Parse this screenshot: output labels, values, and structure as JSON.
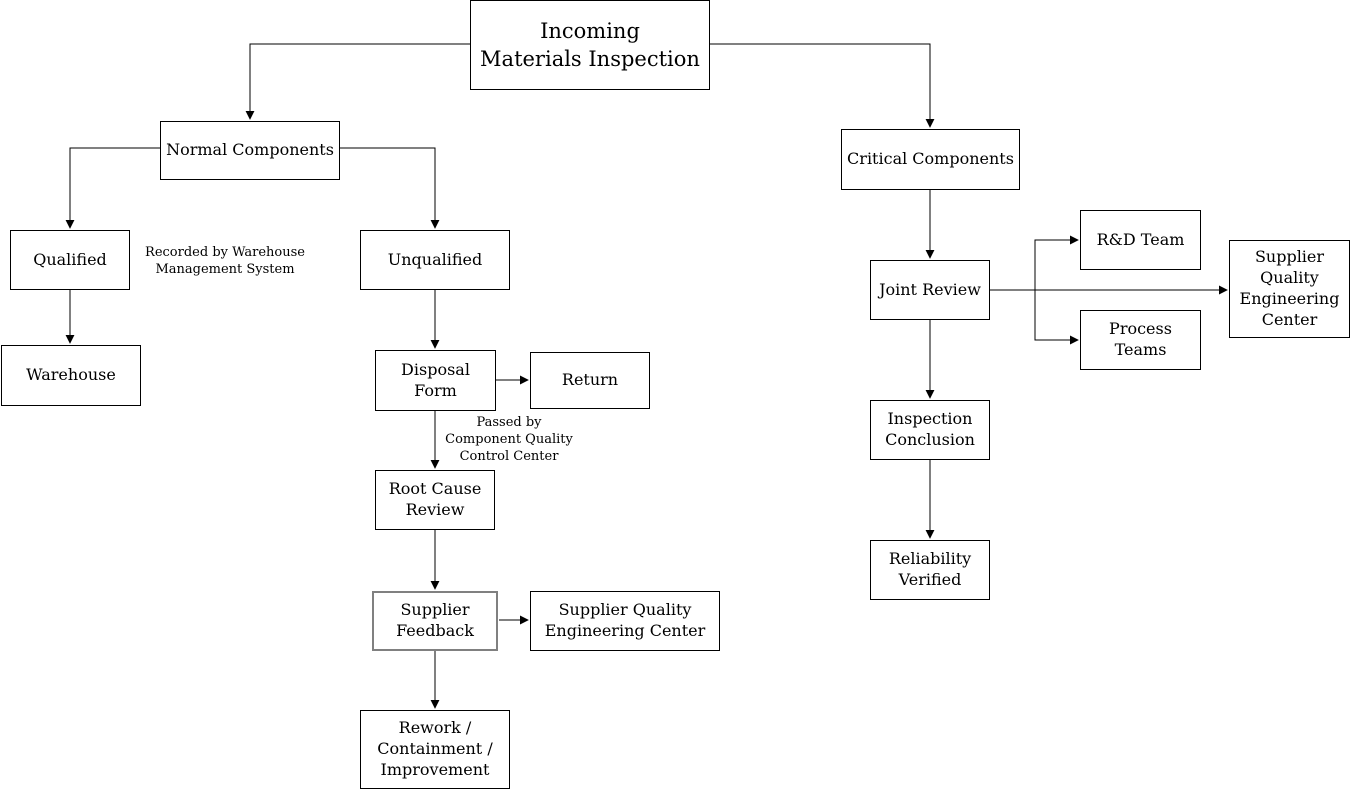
{
  "diagram": {
    "title": "Incoming Materials Inspection flowchart",
    "colors": {
      "background": "#ffffff",
      "text": "#000000",
      "line": "#000000",
      "box_border": "#000000",
      "highlight_border": "#808080"
    },
    "nodes": {
      "title": {
        "label": "Incoming\nMaterials Inspection"
      },
      "normal_components": {
        "label": "Normal Components"
      },
      "critical_components": {
        "label": "Critical Components"
      },
      "qualified": {
        "label": "Qualified"
      },
      "unqualified": {
        "label": "Unqualified"
      },
      "warehouse": {
        "label": "Warehouse"
      },
      "disposal_form": {
        "label": "Disposal\nForm"
      },
      "return": {
        "label": "Return"
      },
      "root_cause_review": {
        "label": "Root Cause\nReview"
      },
      "supplier_feedback": {
        "label": "Supplier\nFeedback"
      },
      "supplier_quality_engineering_center_left": {
        "label": "Supplier Quality\nEngineering Center"
      },
      "rework": {
        "label": "Rework /\nContainment /\nImprovement"
      },
      "joint_review": {
        "label": "Joint Review"
      },
      "rd_team": {
        "label": "R&D Team"
      },
      "process_teams": {
        "label": "Process\nTeams"
      },
      "supplier_quality_engineering_center_right": {
        "label": "Supplier\nQuality\nEngineering\nCenter"
      },
      "inspection_conclusion": {
        "label": "Inspection\nConclusion"
      },
      "reliability_verified": {
        "label": "Reliability\nVerified"
      }
    },
    "notes": {
      "warehouse_note": {
        "label": "Recorded by Warehouse\nManagement System"
      },
      "disposal_note": {
        "label": "Passed by\nComponent Quality\nControl Center"
      }
    }
  }
}
